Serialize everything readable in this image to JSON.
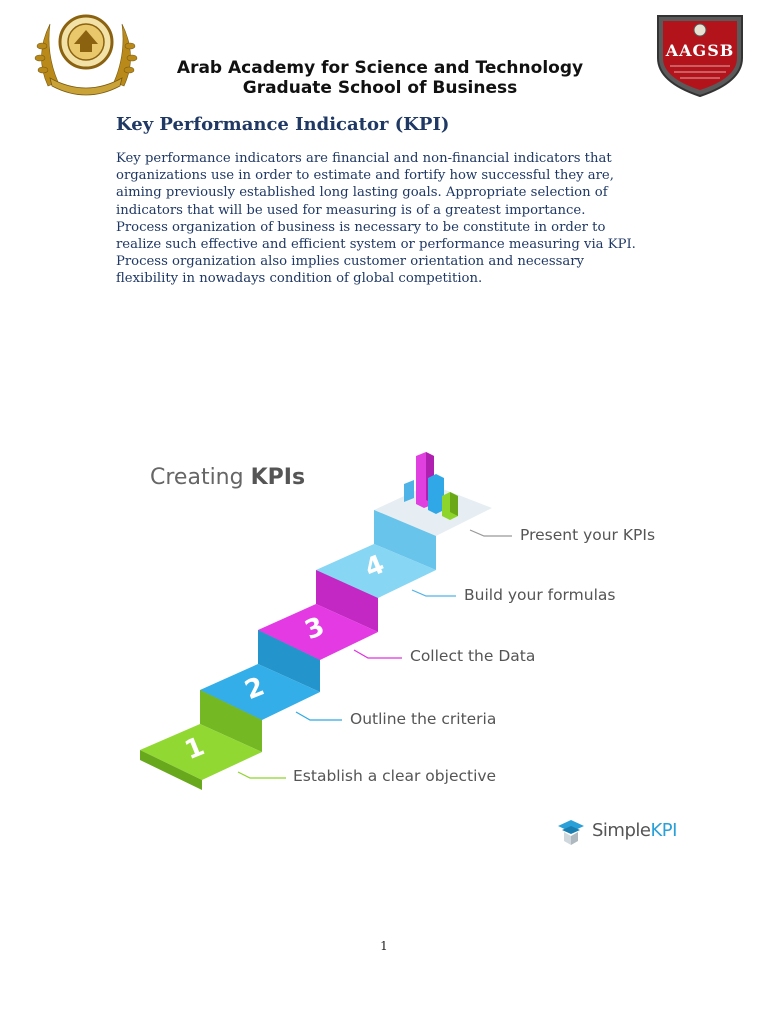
{
  "header": {
    "line1": "Arab Academy for Science and Technology",
    "line2": "Graduate School of Business",
    "badge_text": "AAGSB"
  },
  "document": {
    "heading": "Key Performance Indicator (KPI)",
    "paragraph": "Key performance indicators are financial and non-financial indicators that organizations use in order to estimate and fortify how successful they are, aiming previously established long lasting goals. Appropriate selection of indicators that will be used for measuring is of a greatest importance. Process organization of business is necessary to be constitute in order to realize such effective and efficient system or performance measuring via KPI. Process organization also implies customer orientation and necessary flexibility in nowadays condition of global competition.",
    "page_number": "1"
  },
  "infographic": {
    "title_prefix": "Creating ",
    "title_bold": "KPIs",
    "steps": [
      {
        "number": "1",
        "label": "Establish a clear objective",
        "color": "#8dd52b"
      },
      {
        "number": "2",
        "label": "Outline the criteria",
        "color": "#2ea9e6"
      },
      {
        "number": "3",
        "label": "Collect the Data",
        "color": "#e030e0"
      },
      {
        "number": "4",
        "label": "Build your formulas",
        "color": "#7fd0f0"
      },
      {
        "number": "",
        "label": "Present your KPIs",
        "color": "#dce8f0"
      }
    ],
    "brand_prefix": "Simple",
    "brand_suffix": "KPI",
    "brand_accent": "#2aa0d8"
  }
}
